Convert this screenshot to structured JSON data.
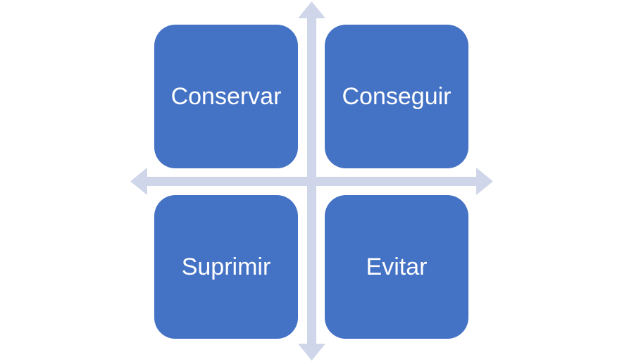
{
  "colors": {
    "box_fill": "#4472C4",
    "axis_color": "#D0D6EA",
    "text_color": "#FFFFFF"
  },
  "quadrants": {
    "top_left": {
      "label": "Conservar"
    },
    "top_right": {
      "label": "Conseguir"
    },
    "bottom_left": {
      "label": "Suprimir"
    },
    "bottom_right": {
      "label": "Evitar"
    }
  }
}
